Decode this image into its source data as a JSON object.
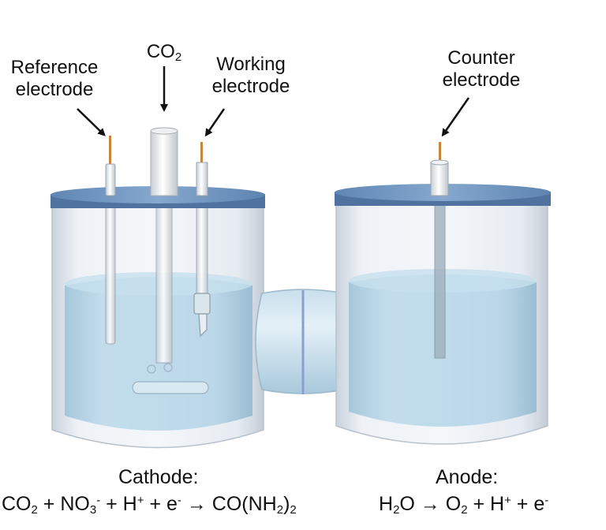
{
  "labels": {
    "reference_electrode": [
      "Reference",
      "electrode"
    ],
    "co2_inlet": {
      "base": "CO",
      "sub": "2"
    },
    "working_electrode": [
      "Working",
      "electrode"
    ],
    "counter_electrode": [
      "Counter",
      "electrode"
    ]
  },
  "cathode": {
    "title": "Cathode:",
    "equation": {
      "t1": "CO",
      "s1": "2",
      "t2": " + NO",
      "s2": "3",
      "p2": "-",
      "t3": " + H",
      "p3": "+",
      "t4": " + e",
      "p4": "-",
      "t5": " → CO(NH",
      "s5": "2",
      "t6": ")",
      "s6": "2"
    }
  },
  "anode": {
    "title": "Anode:",
    "equation": {
      "t1": "H",
      "s1": "2",
      "t2": "O → O",
      "s2": "2",
      "t3": " + H",
      "p3": "+",
      "t4": " + e",
      "p4": "-"
    }
  },
  "colors": {
    "lid": "#6f94c0",
    "electrolyte": "#b3d4e6",
    "glass": "#dfe6ee",
    "wire": "#c8863a"
  }
}
